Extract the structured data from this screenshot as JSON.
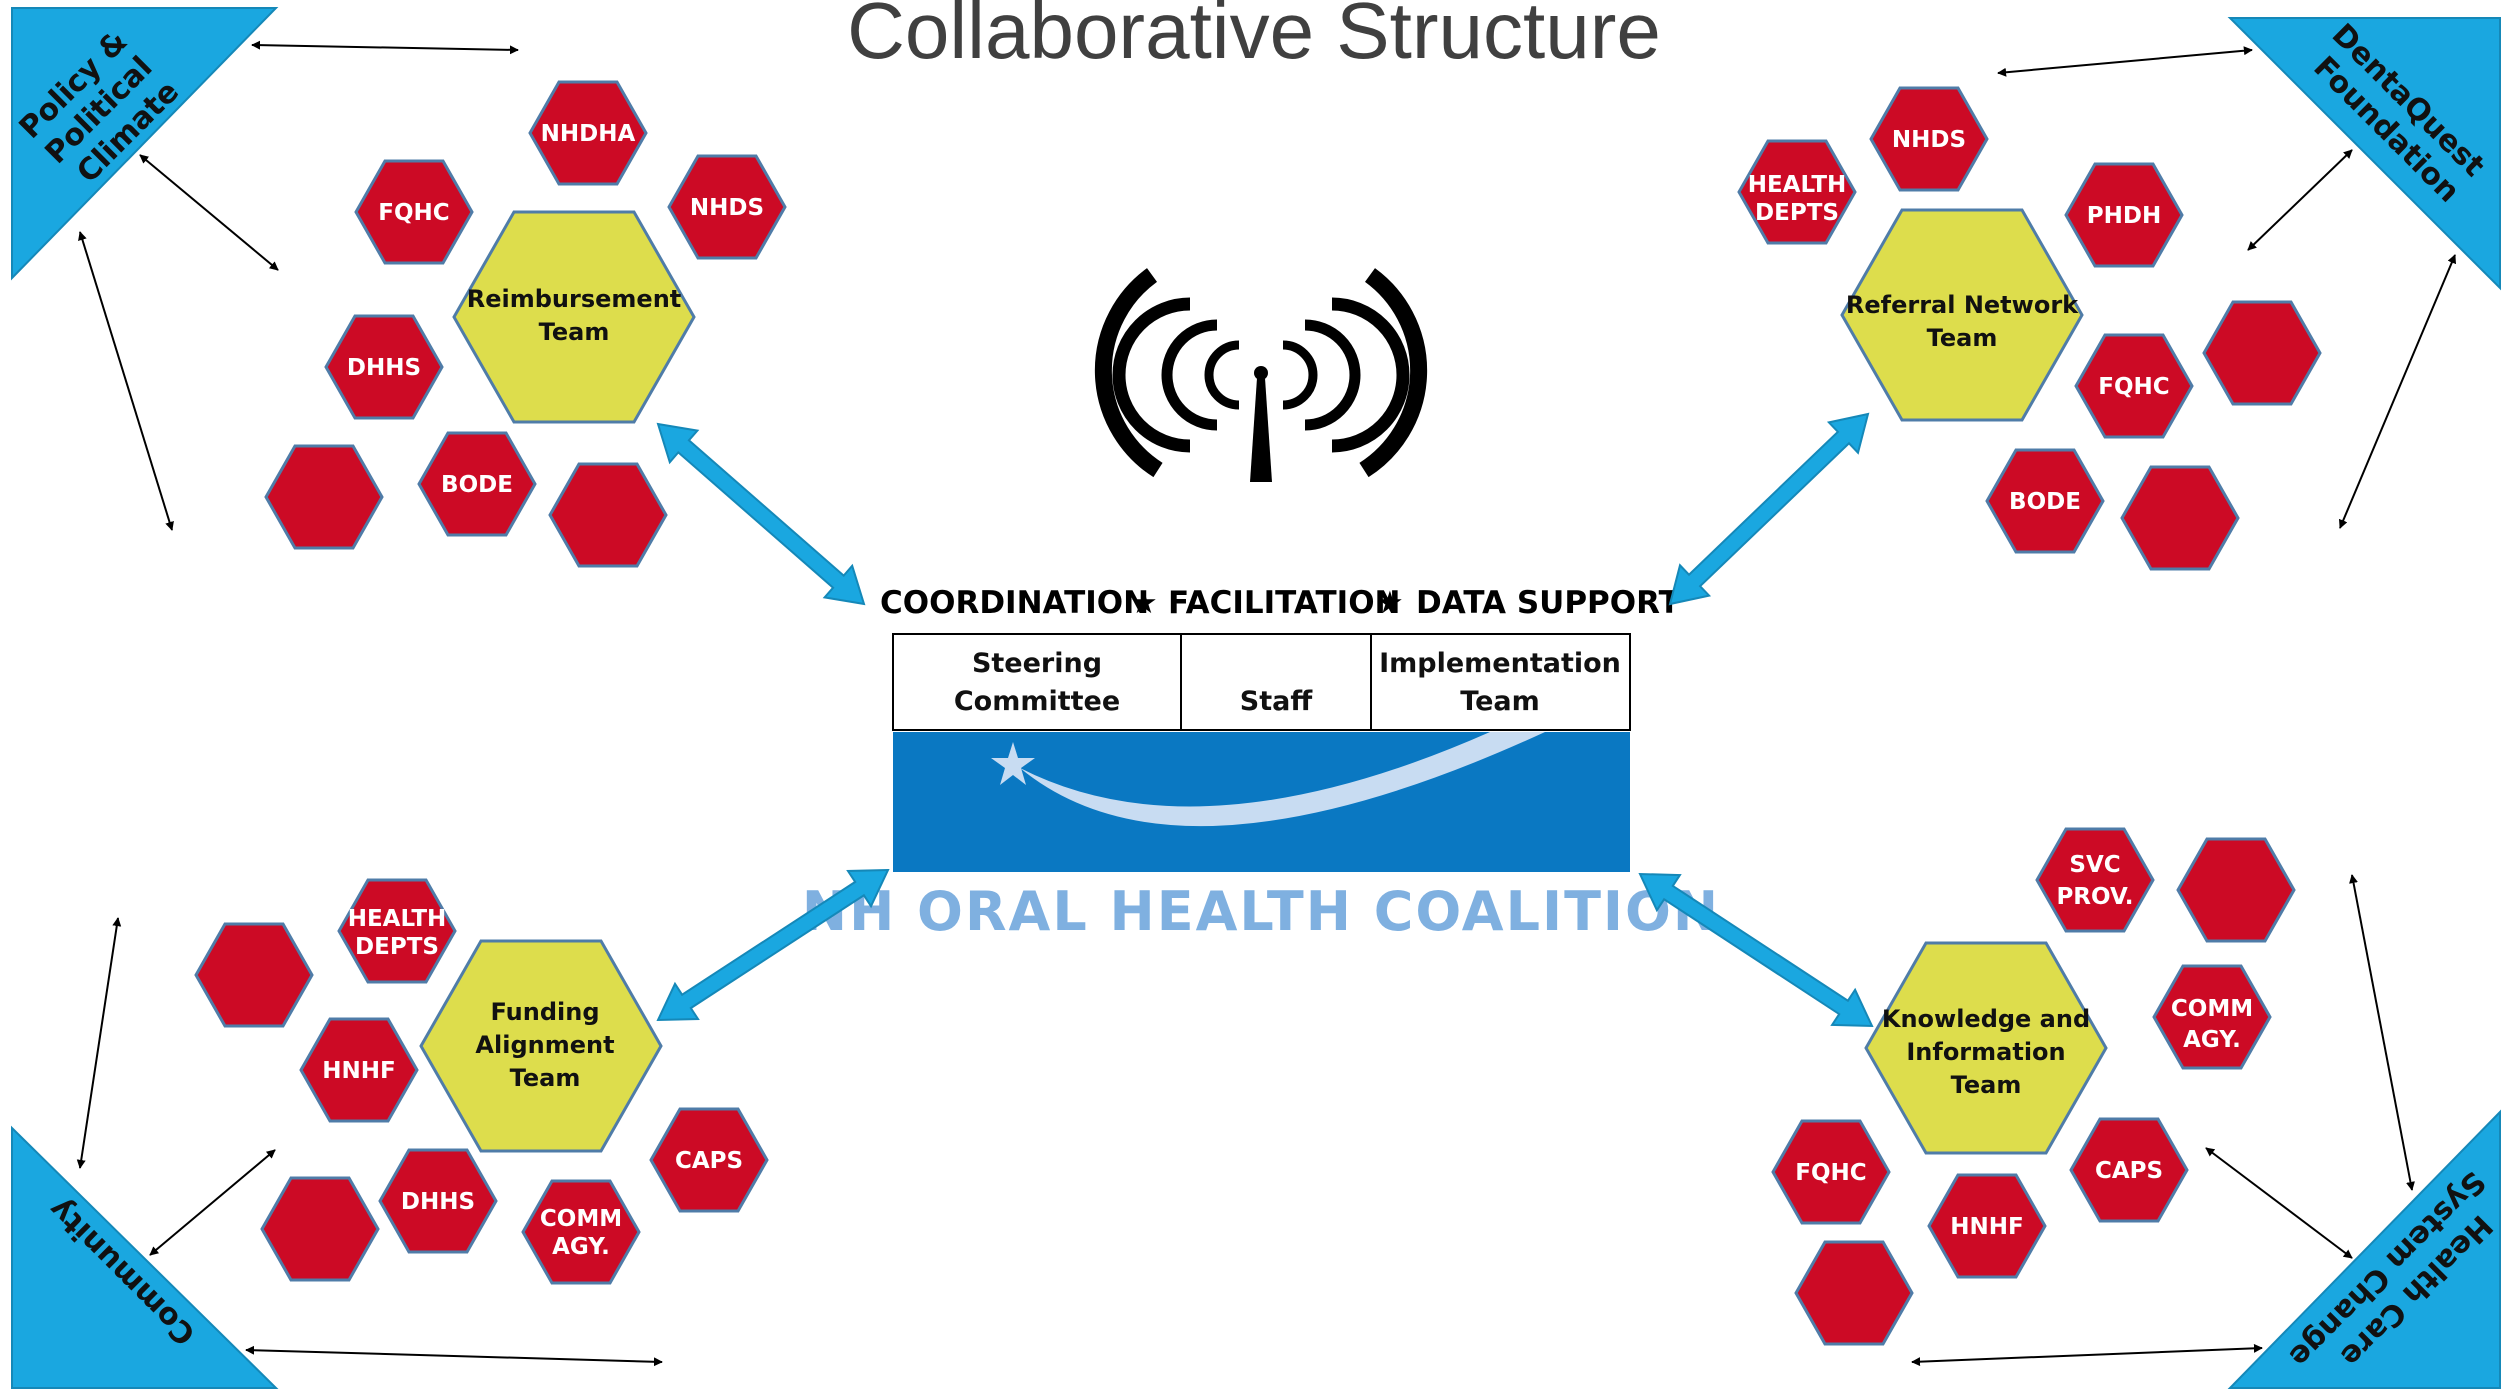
{
  "title": "Collaborative Structure",
  "banner": {
    "coordination": "COORDINATION",
    "facilitation": "FACILITATION",
    "data_support": "DATA SUPPORT",
    "star": "★"
  },
  "roles": {
    "steering_line1": "Steering",
    "steering_line2": "Committee",
    "staff": "Staff",
    "implementation_line1": "Implementation",
    "implementation_line2": "Team"
  },
  "logo": {
    "name": "NH ORAL HEALTH COALITION",
    "colors": {
      "band": "#0a78c2",
      "swoosh": "#c8dcf2",
      "text": "#7fb0e0"
    }
  },
  "icons": {
    "center": "broadcast-antenna-icon"
  },
  "corners": {
    "top_left": [
      "Policy &",
      "Political",
      "Climate"
    ],
    "top_right": [
      "DentaQuest",
      "Foundation"
    ],
    "bottom_left": [
      "Community"
    ],
    "bottom_right": [
      "Health Care",
      "System Change"
    ]
  },
  "teams": {
    "reimbursement": [
      "Reimbursement",
      "Team"
    ],
    "referral": [
      "Referral Network",
      "Team"
    ],
    "funding": [
      "Funding",
      "Alignment",
      "Team"
    ],
    "knowledge": [
      "Knowledge and",
      "Information",
      "Team"
    ]
  },
  "orgs": {
    "tl_nhdha": [
      "NHDHA"
    ],
    "tl_fqhc": [
      "FQHC"
    ],
    "tl_nhds": [
      "NHDS"
    ],
    "tl_dhhs": [
      "DHHS"
    ],
    "tl_bode": [
      "BODE"
    ],
    "tr_nhds": [
      "NHDS"
    ],
    "tr_health_depts": [
      "HEALTH",
      "DEPTS"
    ],
    "tr_phdh": [
      "PHDH"
    ],
    "tr_fqhc": [
      "FQHC"
    ],
    "tr_bode": [
      "BODE"
    ],
    "bl_health_depts": [
      "HEALTH",
      "DEPTS"
    ],
    "bl_hnhf": [
      "HNHF"
    ],
    "bl_caps": [
      "CAPS"
    ],
    "bl_dhhs": [
      "DHHS"
    ],
    "bl_comm_agy": [
      "COMM",
      "AGY."
    ],
    "br_svc_prov": [
      "SVC",
      "PROV."
    ],
    "br_comm_agy": [
      "COMM",
      "AGY."
    ],
    "br_fqhc": [
      "FQHC"
    ],
    "br_caps": [
      "CAPS"
    ],
    "br_hnhf": [
      "HNHF"
    ]
  },
  "colors": {
    "corner_triangle": "#1aa7e0",
    "team_hexagon": "#dddd4c",
    "org_hexagon": "#cc0a25",
    "connector_arrow": "#1aa7e0"
  }
}
